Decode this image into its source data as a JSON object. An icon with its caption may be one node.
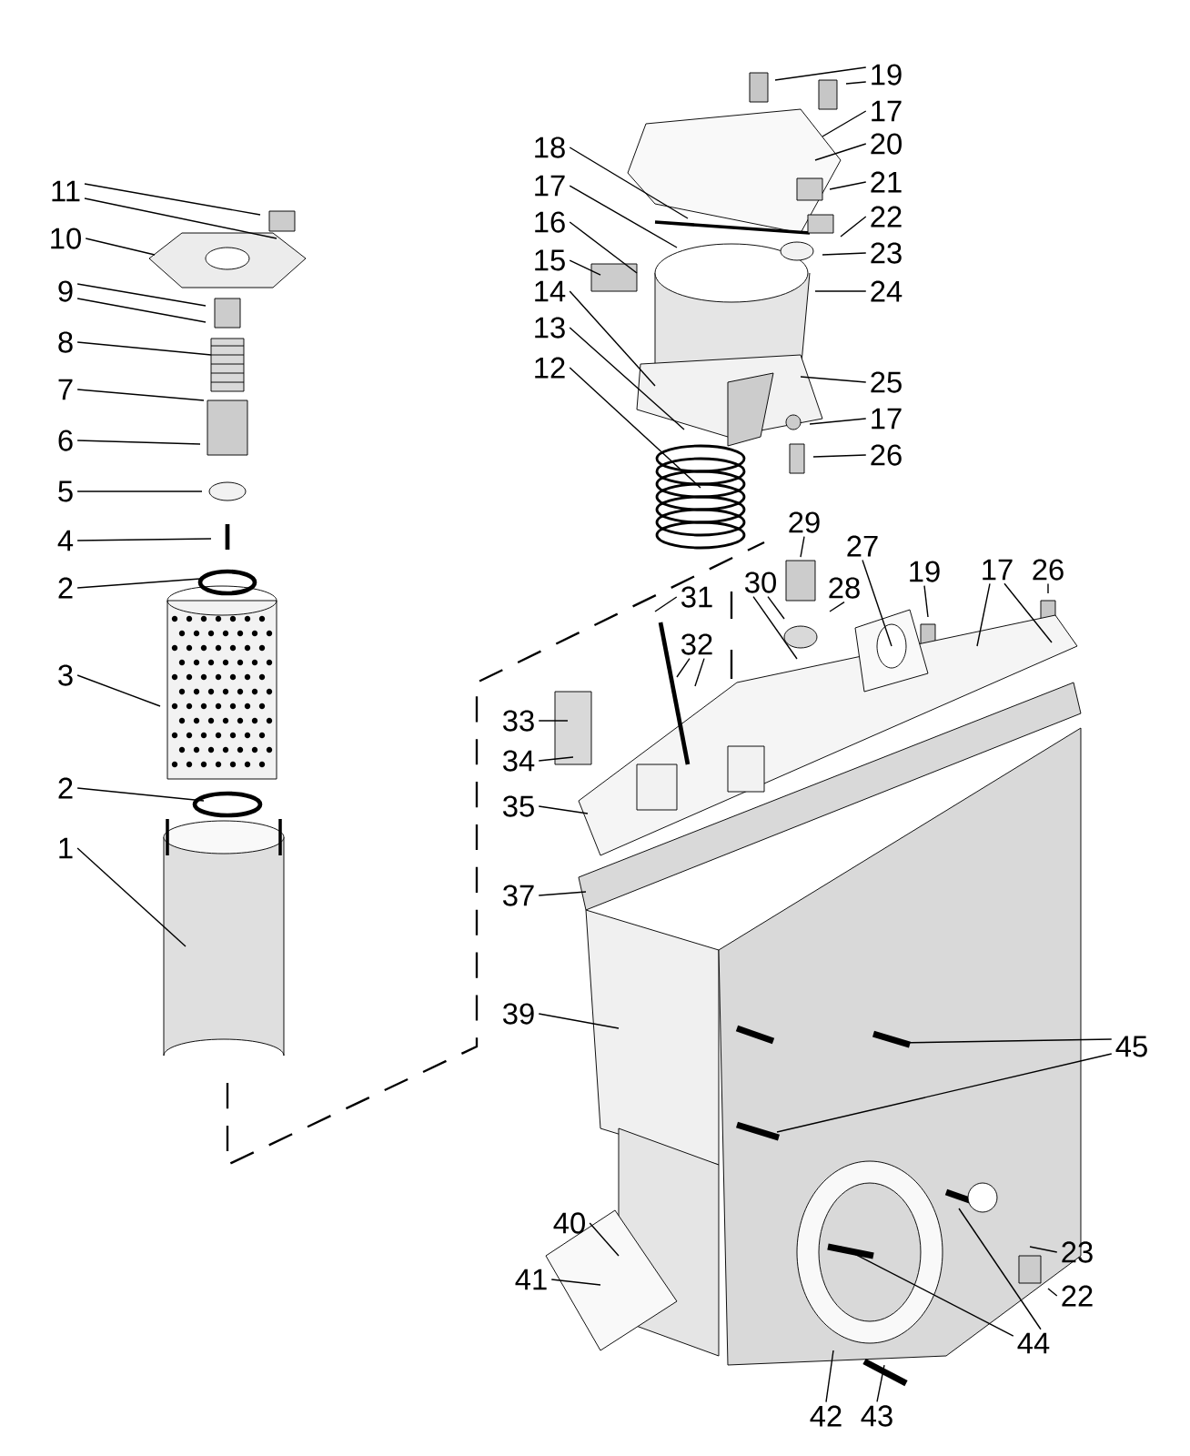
{
  "diagram": {
    "nodes": [
      {
        "text": [
          "11"
        ]
      },
      {
        "text": [
          "10"
        ]
      },
      {
        "text": [
          "9"
        ]
      },
      {
        "text": [
          "8"
        ]
      },
      {
        "text": [
          "7"
        ]
      },
      {
        "text": [
          "6"
        ]
      },
      {
        "text": [
          "5"
        ]
      },
      {
        "text": [
          "4"
        ]
      },
      {
        "text": [
          "2"
        ]
      },
      {
        "text": [
          "3"
        ]
      },
      {
        "text": [
          "2"
        ]
      },
      {
        "text": [
          "1"
        ]
      },
      {
        "text": [
          "19"
        ]
      },
      {
        "text": [
          "17"
        ]
      },
      {
        "text": [
          "20"
        ]
      },
      {
        "text": [
          "21"
        ]
      },
      {
        "text": [
          "22"
        ]
      },
      {
        "text": [
          "23"
        ]
      },
      {
        "text": [
          "24"
        ]
      },
      {
        "text": [
          "18"
        ]
      },
      {
        "text": [
          "17"
        ]
      },
      {
        "text": [
          "16"
        ]
      },
      {
        "text": [
          "15"
        ]
      },
      {
        "text": [
          "14"
        ]
      },
      {
        "text": [
          "13"
        ]
      },
      {
        "text": [
          "12"
        ]
      },
      {
        "text": [
          "25"
        ]
      },
      {
        "text": [
          "17"
        ]
      },
      {
        "text": [
          "26"
        ]
      },
      {
        "text": [
          "29"
        ]
      },
      {
        "text": [
          "27"
        ]
      },
      {
        "text": [
          "31"
        ]
      },
      {
        "text": [
          "30"
        ]
      },
      {
        "text": [
          "28"
        ]
      },
      {
        "text": [
          "19"
        ]
      },
      {
        "text": [
          "17"
        ]
      },
      {
        "text": [
          "26"
        ]
      },
      {
        "text": [
          "32"
        ]
      },
      {
        "text": [
          "33"
        ]
      },
      {
        "text": [
          "34"
        ]
      },
      {
        "text": [
          "35"
        ]
      },
      {
        "text": [
          "37"
        ]
      },
      {
        "text": [
          "39"
        ]
      },
      {
        "text": [
          "45"
        ]
      },
      {
        "text": [
          "40"
        ]
      },
      {
        "text": [
          "41"
        ]
      },
      {
        "text": [
          "23"
        ]
      },
      {
        "text": [
          "22"
        ]
      },
      {
        "text": [
          "44"
        ]
      },
      {
        "text": [
          "42"
        ]
      },
      {
        "text": [
          "43"
        ]
      }
    ],
    "edges": [
      {
        "from": 0,
        "to": null,
        "arrow": "none"
      },
      {
        "from": 0,
        "to": null,
        "arrow": "none"
      },
      {
        "from": 1,
        "to": null,
        "arrow": "none"
      },
      {
        "from": 2,
        "to": null,
        "arrow": "none"
      },
      {
        "from": 2,
        "to": null,
        "arrow": "none"
      },
      {
        "from": 3,
        "to": null,
        "arrow": "none"
      },
      {
        "from": 4,
        "to": null,
        "arrow": "none"
      },
      {
        "from": 5,
        "to": null,
        "arrow": "none"
      },
      {
        "from": 6,
        "to": null,
        "arrow": "none"
      },
      {
        "from": 7,
        "to": null,
        "arrow": "none"
      },
      {
        "from": 8,
        "to": null,
        "arrow": "none"
      },
      {
        "from": 9,
        "to": null,
        "arrow": "none"
      },
      {
        "from": 10,
        "to": null,
        "arrow": "none"
      },
      {
        "from": 11,
        "to": null,
        "arrow": "none"
      },
      {
        "from": 12,
        "to": null,
        "arrow": "none"
      },
      {
        "from": 12,
        "to": null,
        "arrow": "none"
      },
      {
        "from": 13,
        "to": null,
        "arrow": "none"
      },
      {
        "from": 14,
        "to": null,
        "arrow": "none"
      },
      {
        "from": 15,
        "to": null,
        "arrow": "none"
      },
      {
        "from": 16,
        "to": null,
        "arrow": "none"
      },
      {
        "from": 17,
        "to": null,
        "arrow": "none"
      },
      {
        "from": 18,
        "to": null,
        "arrow": "none"
      },
      {
        "from": 19,
        "to": null,
        "arrow": "none"
      },
      {
        "from": 20,
        "to": null,
        "arrow": "none"
      },
      {
        "from": 21,
        "to": null,
        "arrow": "none"
      },
      {
        "from": 22,
        "to": null,
        "arrow": "none"
      },
      {
        "from": 23,
        "to": null,
        "arrow": "none"
      },
      {
        "from": 24,
        "to": null,
        "arrow": "none"
      },
      {
        "from": 25,
        "to": null,
        "arrow": "none"
      },
      {
        "from": 26,
        "to": null,
        "arrow": "none"
      },
      {
        "from": 27,
        "to": null,
        "arrow": "none"
      },
      {
        "from": 28,
        "to": null,
        "arrow": "none"
      },
      {
        "from": 29,
        "to": null,
        "arrow": "none"
      },
      {
        "from": 30,
        "to": null,
        "arrow": "none"
      },
      {
        "from": 31,
        "to": null,
        "arrow": "none"
      },
      {
        "from": 32,
        "to": null,
        "arrow": "none"
      },
      {
        "from": 32,
        "to": null,
        "arrow": "none"
      },
      {
        "from": 33,
        "to": null,
        "arrow": "none"
      },
      {
        "from": 34,
        "to": null,
        "arrow": "none"
      },
      {
        "from": 35,
        "to": null,
        "arrow": "none"
      },
      {
        "from": 35,
        "to": null,
        "arrow": "none"
      },
      {
        "from": 36,
        "to": null,
        "arrow": "none"
      },
      {
        "from": 37,
        "to": null,
        "arrow": "none"
      },
      {
        "from": 37,
        "to": null,
        "arrow": "none"
      },
      {
        "from": 38,
        "to": null,
        "arrow": "none"
      },
      {
        "from": 39,
        "to": null,
        "arrow": "none"
      },
      {
        "from": 40,
        "to": null,
        "arrow": "none"
      },
      {
        "from": 41,
        "to": null,
        "arrow": "none"
      },
      {
        "from": 42,
        "to": null,
        "arrow": "none"
      },
      {
        "from": 43,
        "to": null,
        "arrow": "none"
      },
      {
        "from": 43,
        "to": null,
        "arrow": "none"
      },
      {
        "from": 44,
        "to": null,
        "arrow": "none"
      },
      {
        "from": 45,
        "to": null,
        "arrow": "none"
      },
      {
        "from": 46,
        "to": null,
        "arrow": "none"
      },
      {
        "from": 47,
        "to": null,
        "arrow": "none"
      },
      {
        "from": 48,
        "to": null,
        "arrow": "none"
      },
      {
        "from": 48,
        "to": null,
        "arrow": "none"
      },
      {
        "from": 49,
        "to": null,
        "arrow": "none"
      },
      {
        "from": 50,
        "to": null,
        "arrow": "none"
      }
    ]
  }
}
